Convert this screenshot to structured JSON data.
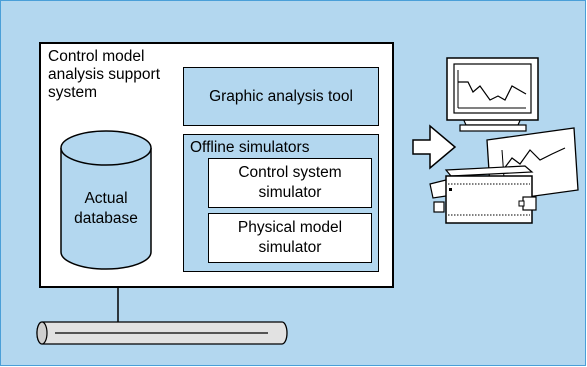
{
  "system": {
    "title": "Control model\nanalysis support\nsystem",
    "database_label": "Actual\ndatabase"
  },
  "graphic_tool": {
    "label": "Graphic analysis tool"
  },
  "offline": {
    "title": "Offline simulators",
    "control_sim": "Control system\nsimulator",
    "physical_sim": "Physical model\nsimulator"
  },
  "colors": {
    "background": "#b3d7ef",
    "frame_border": "#4a9fd8",
    "panel": "#b3d7ef",
    "box": "#ffffff",
    "line": "#000000"
  },
  "icons": [
    "database-cylinder-icon",
    "network-cable-icon",
    "arrow-right-icon",
    "monitor-icon",
    "chart-card-icon",
    "controller-device-icon"
  ]
}
